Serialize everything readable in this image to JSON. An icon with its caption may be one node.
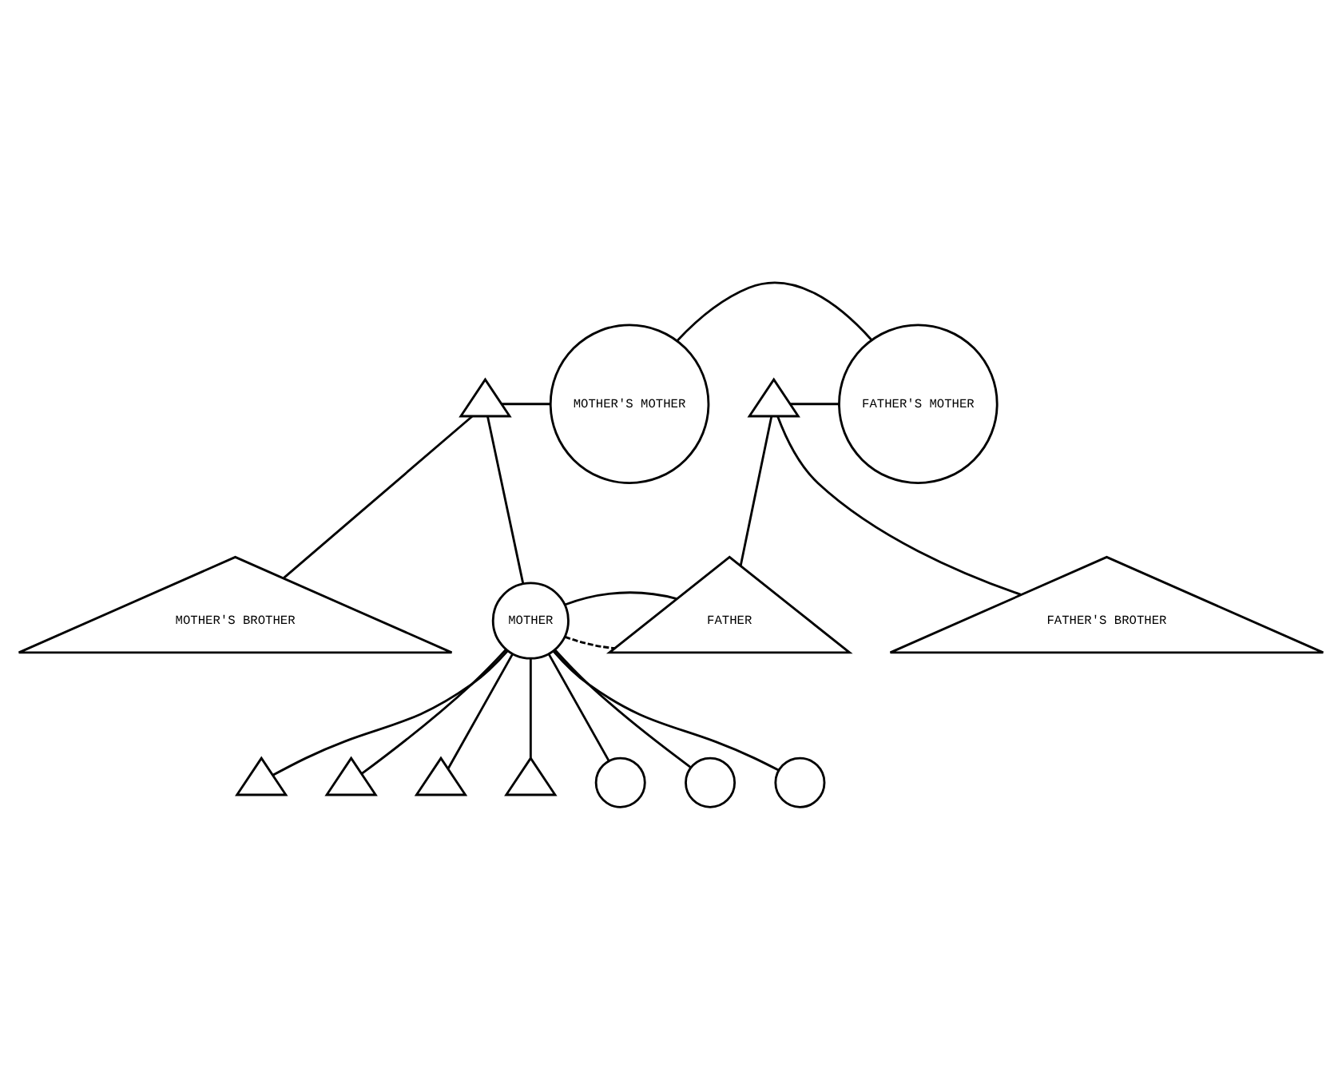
{
  "diagram": {
    "nodes": [
      {
        "text": [],
        "shape": "triangle"
      },
      {
        "text": [
          "MOTHER'S MOTHER"
        ]
      },
      {
        "text": [],
        "shape": "triangle"
      },
      {
        "text": [
          "FATHER'S MOTHER"
        ]
      },
      {
        "text": [
          "MOTHER'S BROTHER"
        ]
      },
      {
        "text": [
          "MOTHER"
        ]
      },
      {
        "text": [
          "FATHER"
        ]
      },
      {
        "text": [
          "FATHER'S BROTHER"
        ]
      },
      {
        "text": [],
        "shape": "triangle"
      },
      {
        "text": [],
        "shape": "triangle"
      },
      {
        "text": [],
        "shape": "triangle"
      },
      {
        "text": [],
        "shape": "triangle"
      },
      {
        "text": [],
        "shape": "circle"
      },
      {
        "text": [],
        "shape": "circle"
      },
      {
        "text": [],
        "shape": "circle"
      }
    ],
    "edges": [
      {
        "from": 0,
        "to": 1,
        "arrow": "none"
      },
      {
        "from": 1,
        "to": 3,
        "arrow": "none"
      },
      {
        "from": 2,
        "to": 3,
        "arrow": "none"
      },
      {
        "from": 0,
        "to": 4,
        "arrow": "none"
      },
      {
        "from": 0,
        "to": 5,
        "arrow": "none"
      },
      {
        "from": 5,
        "to": 6,
        "arrow": "none",
        "style": "dashed"
      },
      {
        "from": 2,
        "to": 6,
        "arrow": "none"
      },
      {
        "from": 2,
        "to": 7,
        "arrow": "none"
      },
      {
        "from": 5,
        "to": 6,
        "arrow": "none"
      },
      {
        "from": 5,
        "to": 8,
        "arrow": "none"
      },
      {
        "from": 5,
        "to": 9,
        "arrow": "none"
      },
      {
        "from": 5,
        "to": 10,
        "arrow": "none"
      },
      {
        "from": 5,
        "to": 11,
        "arrow": "none"
      },
      {
        "from": 5,
        "to": 12,
        "arrow": "none"
      },
      {
        "from": 5,
        "to": 13,
        "arrow": "none"
      },
      {
        "from": 5,
        "to": 14,
        "arrow": "none"
      }
    ]
  }
}
